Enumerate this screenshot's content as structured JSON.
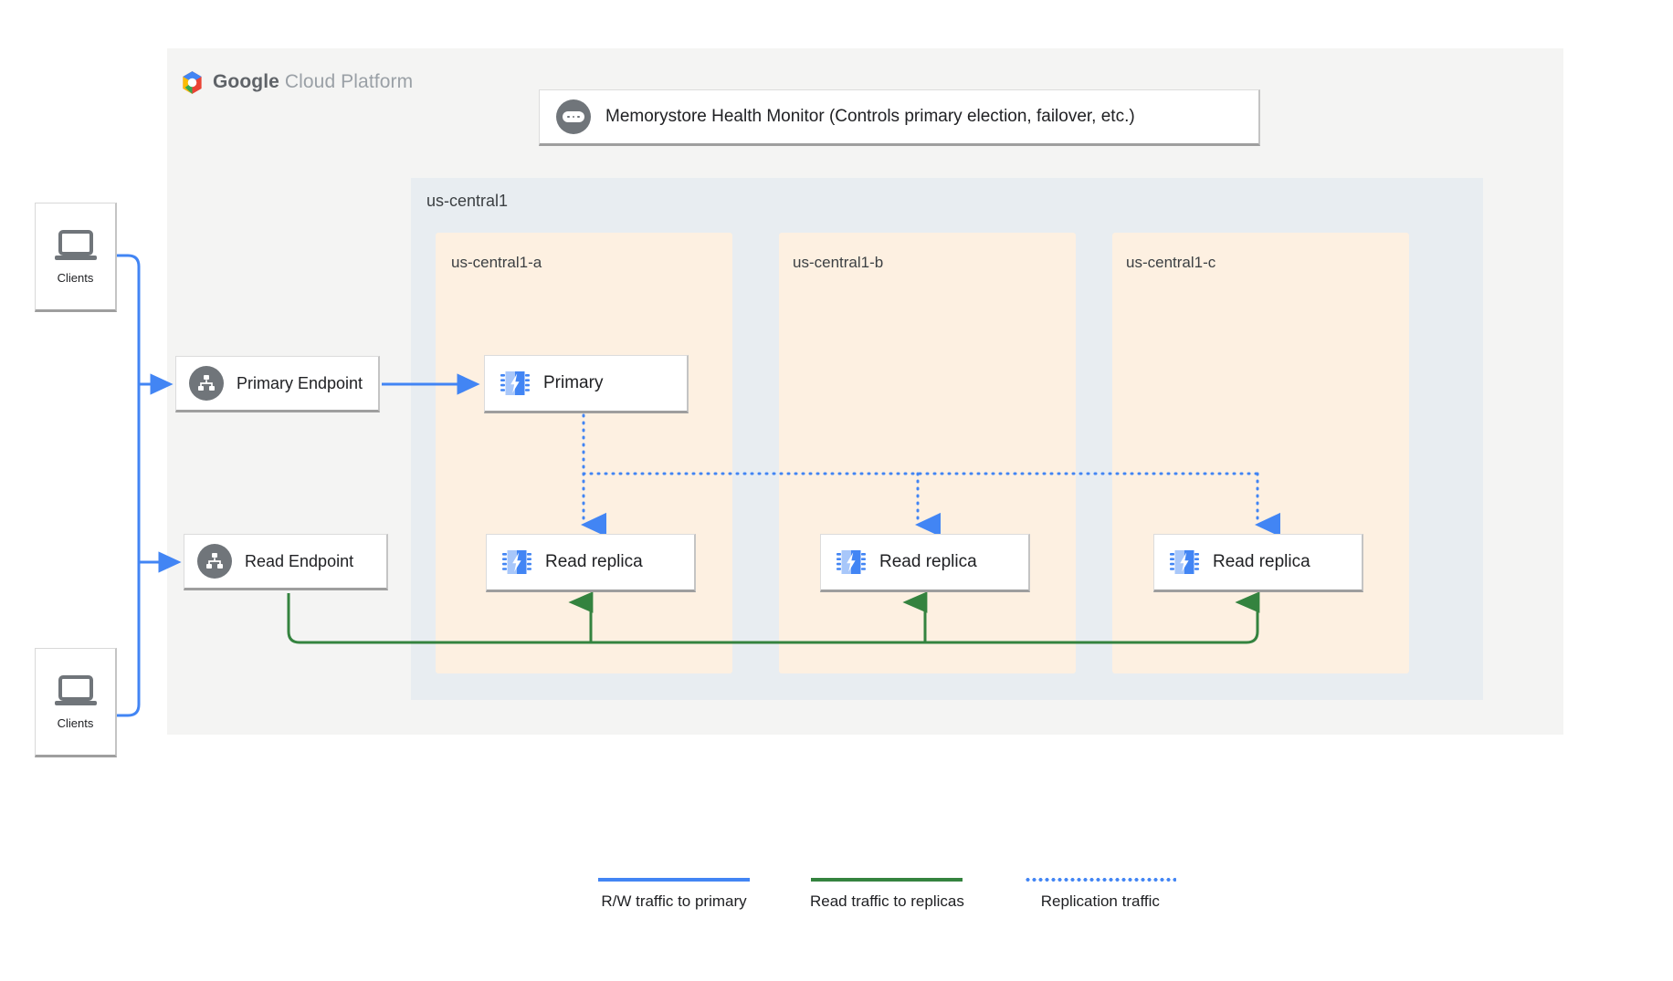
{
  "platform": {
    "brand_bold": "Google",
    "brand_light": "Cloud Platform",
    "logo_icon": "google-cloud-hexagon-icon"
  },
  "health_monitor": {
    "label": "Memorystore Health Monitor (Controls primary election, failover, etc.)",
    "icon": "health-monitor-dots-icon"
  },
  "region": {
    "label": "us-central1",
    "background": "#e8edf1"
  },
  "zones": [
    {
      "label": "us-central1-a",
      "background": "#fdf0e1"
    },
    {
      "label": "us-central1-b",
      "background": "#fdf0e1"
    },
    {
      "label": "us-central1-c",
      "background": "#fdf0e1"
    }
  ],
  "clients": [
    {
      "label": "Clients",
      "icon": "laptop-icon"
    },
    {
      "label": "Clients",
      "icon": "laptop-icon"
    }
  ],
  "endpoints": [
    {
      "label": "Primary Endpoint",
      "icon": "network-tree-icon"
    },
    {
      "label": "Read Endpoint",
      "icon": "network-tree-icon"
    }
  ],
  "nodes": {
    "primary": {
      "label": "Primary",
      "icon": "memorystore-chip-icon",
      "zone": "us-central1-a"
    },
    "replicas": [
      {
        "label": "Read replica",
        "icon": "memorystore-chip-icon",
        "zone": "us-central1-a"
      },
      {
        "label": "Read replica",
        "icon": "memorystore-chip-icon",
        "zone": "us-central1-b"
      },
      {
        "label": "Read replica",
        "icon": "memorystore-chip-icon",
        "zone": "us-central1-c"
      }
    ]
  },
  "legend": [
    {
      "label": "R/W traffic to primary",
      "style": "solid",
      "color": "#4285f4"
    },
    {
      "label": "Read traffic to replicas",
      "style": "solid",
      "color": "#34833f"
    },
    {
      "label": "Replication traffic",
      "style": "dotted",
      "color": "#4285f4"
    }
  ],
  "colors": {
    "blue_traffic": "#4285f4",
    "green_traffic": "#34833f",
    "panel_background": "#f4f4f3",
    "region_background": "#e8edf1",
    "zone_background": "#fdf0e1",
    "icon_gray": "#70757a"
  }
}
